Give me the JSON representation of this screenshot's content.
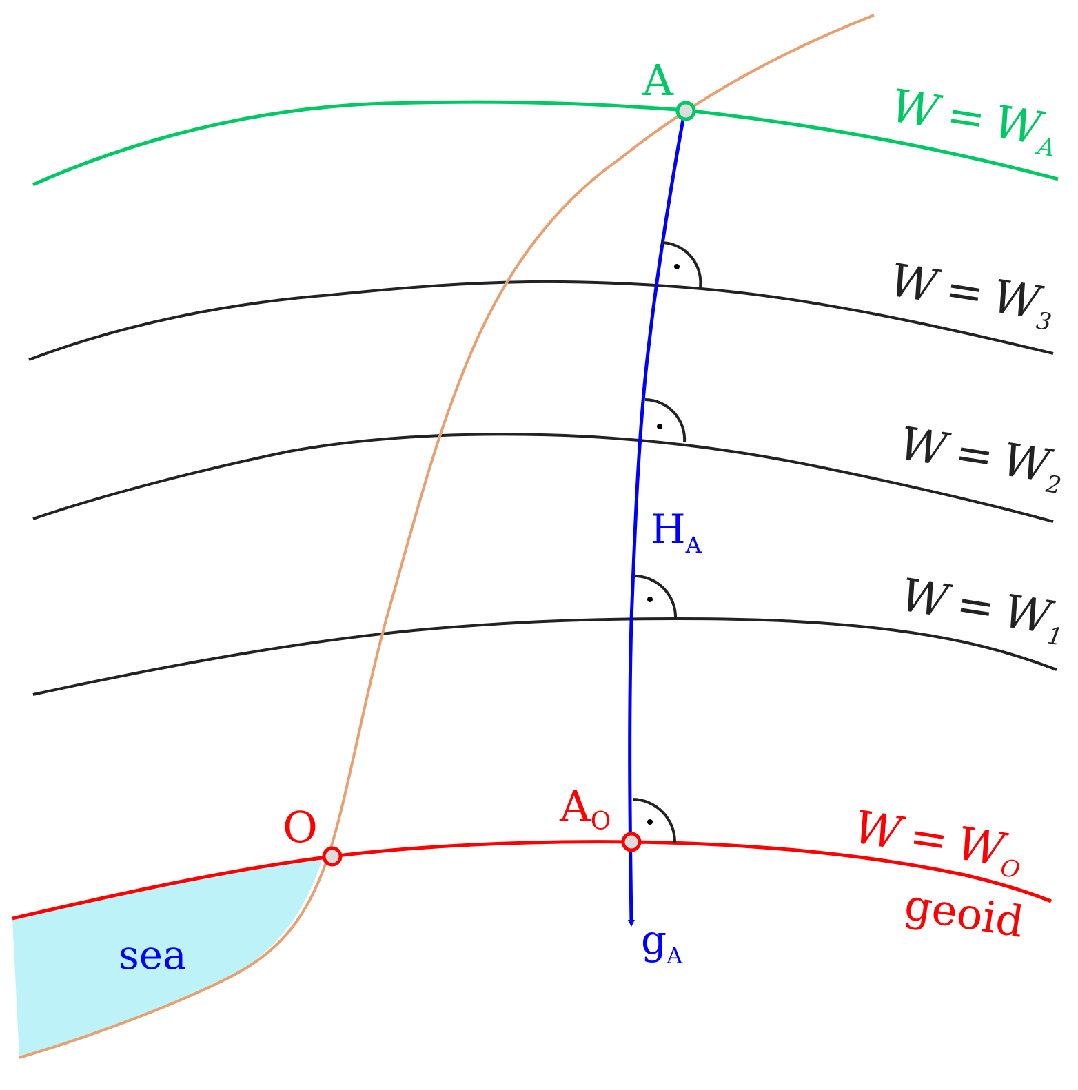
{
  "colors": {
    "surface_A": "#00c864",
    "surface_mid": "#222222",
    "geoid": "#ff0000",
    "plumb_line": "#0000ff",
    "terrain": "#e8a070",
    "sea_fill": "#bdf2f8",
    "point_fill": "#dddddd"
  },
  "surfaces": {
    "wa": {
      "lhs": "W",
      "eq": "=",
      "rhs": "W",
      "sub": "A"
    },
    "w3": {
      "lhs": "W",
      "eq": "=",
      "rhs": "W",
      "sub": "3"
    },
    "w2": {
      "lhs": "W",
      "eq": "=",
      "rhs": "W",
      "sub": "2"
    },
    "w1": {
      "lhs": "W",
      "eq": "=",
      "rhs": "W",
      "sub": "1"
    },
    "w0": {
      "lhs": "W",
      "eq": "=",
      "rhs": "W",
      "sub": "O",
      "name": "geoid"
    }
  },
  "points": {
    "a": {
      "label": "A"
    },
    "o": {
      "label": "O"
    },
    "ao": {
      "label": "A",
      "sub": "O"
    }
  },
  "plumb": {
    "height_label": "H",
    "height_sub": "A",
    "gravity_label": "g",
    "gravity_sub": "A"
  },
  "sea": {
    "label": "sea"
  }
}
